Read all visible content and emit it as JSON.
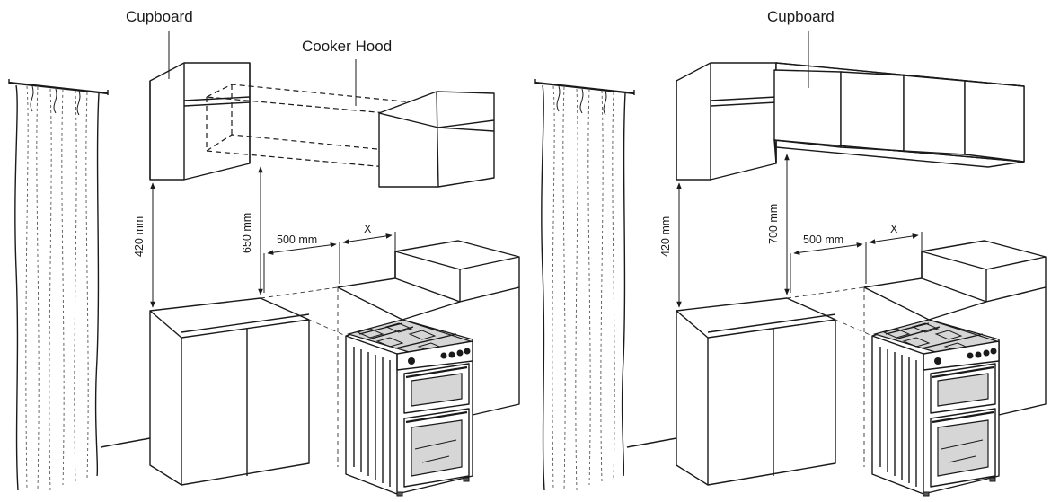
{
  "left_panel": {
    "labels": {
      "cupboard": "Cupboard",
      "cooker_hood": "Cooker Hood"
    },
    "dimensions": {
      "cupboard_clearance": "420 mm",
      "hood_clearance": "650 mm",
      "side_clearance": "500 mm",
      "cooker_width": "X"
    }
  },
  "right_panel": {
    "labels": {
      "cupboard": "Cupboard"
    },
    "dimensions": {
      "cupboard_clearance": "420 mm",
      "overhead_clearance": "700 mm",
      "side_clearance": "500 mm",
      "cooker_width": "X"
    }
  }
}
